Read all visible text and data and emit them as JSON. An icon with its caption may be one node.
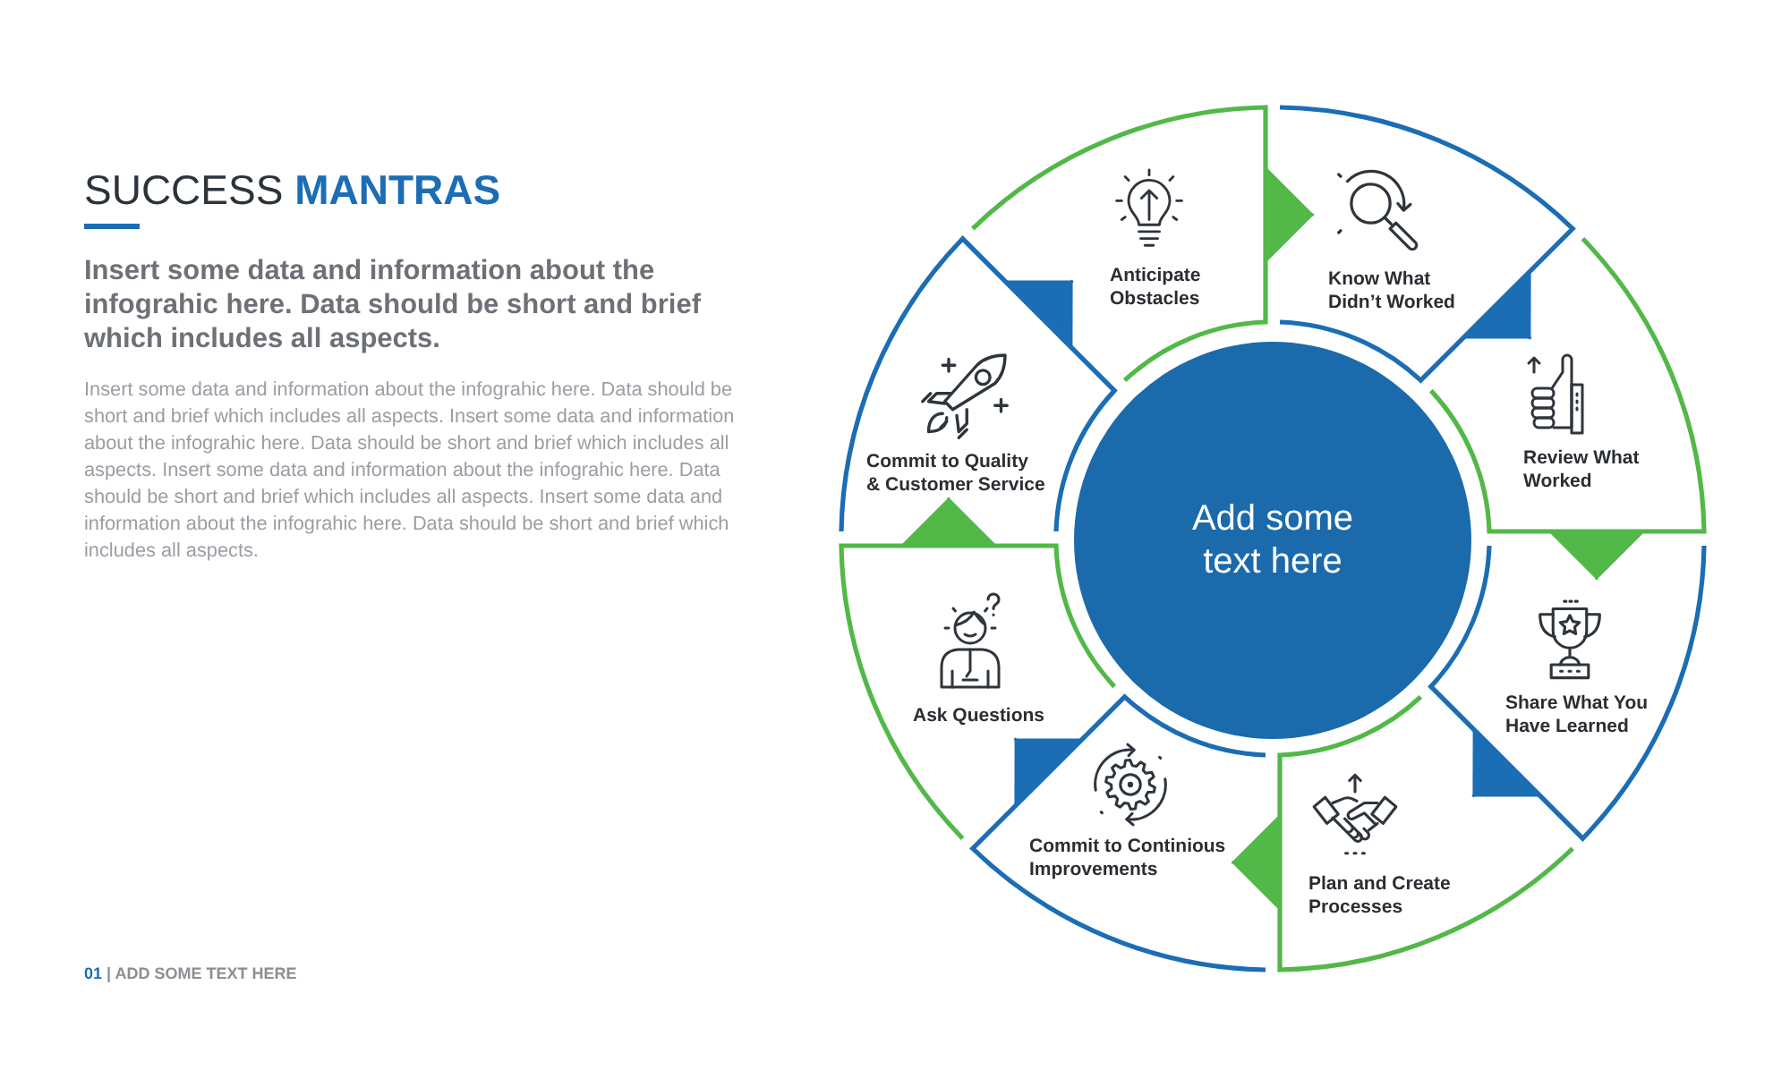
{
  "diagram": {
    "title": "SUCCESS **MANTRAS**",
    "nodes": [
      {
        "text": [
          "Add some text here"
        ]
      },
      {
        "text": [
          "Anticipate Obstacles"
        ]
      },
      {
        "text": [
          "Know What Didn’t Worked"
        ]
      },
      {
        "text": [
          "Review What Worked"
        ]
      },
      {
        "text": [
          "Share What You Have Learned"
        ]
      },
      {
        "text": [
          "Plan and Create Processes"
        ]
      },
      {
        "text": [
          "Commit to Continious Improvements"
        ]
      },
      {
        "text": [
          "Ask Questions"
        ]
      },
      {
        "text": [
          "Commit to Quality & Customer Service"
        ]
      }
    ],
    "edges": [
      {
        "from": 1,
        "to": 2,
        "arrow": "to",
        "color": "#52b848"
      },
      {
        "from": 2,
        "to": 3,
        "arrow": "to",
        "color": "#1b6db4"
      },
      {
        "from": 3,
        "to": 4,
        "arrow": "to",
        "color": "#52b848"
      },
      {
        "from": 4,
        "to": 5,
        "arrow": "to",
        "color": "#1b6db4"
      },
      {
        "from": 5,
        "to": 6,
        "arrow": "to",
        "color": "#52b848"
      },
      {
        "from": 6,
        "to": 7,
        "arrow": "to",
        "color": "#1b6db4"
      },
      {
        "from": 7,
        "to": 8,
        "arrow": "to",
        "color": "#52b848"
      },
      {
        "from": 8,
        "to": 1,
        "arrow": "to",
        "color": "#1b6db4"
      }
    ],
    "labels": [
      "Insert some data and information about the infograhic here. Data should be short and brief which includes all aspects.",
      "Insert some data and information about the infograhic here. Data should be short and brief which includes all aspects. Insert some data and information about the infograhic here. Data should be short and brief which includes all aspects. Insert some data and information about the infograhic here. Data should be short and brief which includes all aspects. Insert some data and information about the infograhic here. Data should be short and brief which includes all aspects.",
      "**01** | ADD SOME TEXT HERE"
    ]
  }
}
